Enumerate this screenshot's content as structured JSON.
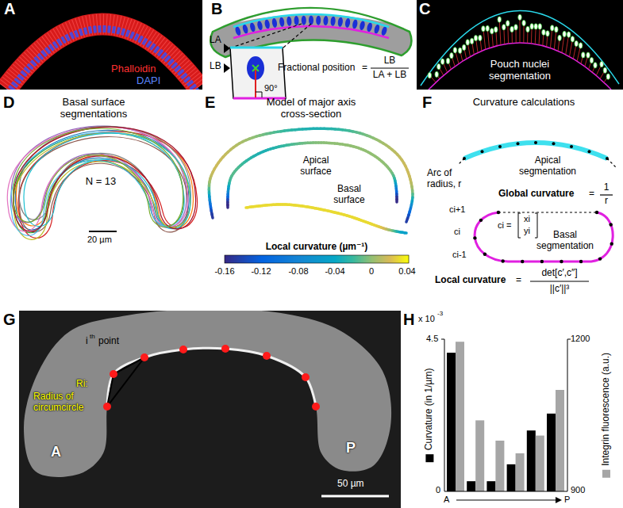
{
  "diagram": {
    "labels": [
      "A",
      "Phalloidin",
      "DAPI",
      "B",
      "LA",
      "LB",
      "Fractional position",
      "=",
      "LB",
      "LA + LB",
      "90°",
      "C",
      "Pouch nuclei segmentation",
      "D",
      "Basal surface segmentations",
      "N = 13",
      "20 µm",
      "E",
      "Model of major axis cross-section",
      "Apical surface",
      "Basal surface",
      "Local curvature (µm⁻¹)",
      "-0.16",
      "-0.12",
      "-0.08",
      "-0.04",
      "0",
      "0.04",
      "F",
      "Curvature calculations",
      "Apical segmentation",
      "Arc of radius, r",
      "Global curvature",
      "=",
      "1",
      "r",
      "Basal segmentation",
      "ci+1",
      "ci",
      "ci-1",
      "ci =",
      "xi",
      "yi",
      "Local curvature",
      "=",
      "det[c′,c″]",
      "||c′||³",
      "G",
      "i",
      "th",
      "point",
      "Ri:",
      "Radius of circumcircle",
      "A",
      "P",
      "50 µm",
      "H",
      "x 10",
      "-3",
      "4.5",
      "0",
      "1200",
      "900",
      "A",
      "P"
    ],
    "legend": [
      {
        "text": "Curvature (in 1/µm)",
        "color": "#000000"
      },
      {
        "text": "Integrin fluorescence (a.u.)",
        "color": "#a6a6a6"
      }
    ]
  }
}
